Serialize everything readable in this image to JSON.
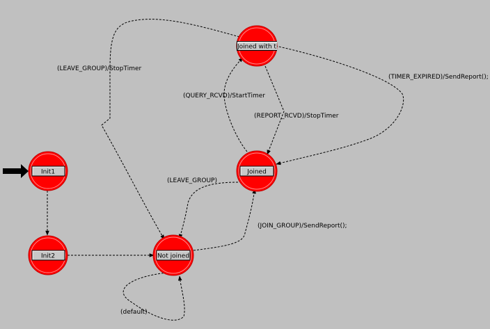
{
  "diagram": {
    "background": "#c0c0c0",
    "state_color": "#ff0000",
    "initial_state": "Init1",
    "states": [
      {
        "id": "init1",
        "label": "Init1"
      },
      {
        "id": "init2",
        "label": "Init2"
      },
      {
        "id": "not_joined",
        "label": "Not joined"
      },
      {
        "id": "joined",
        "label": "Joined"
      },
      {
        "id": "joined_with_timer",
        "label": "Joined with tim"
      }
    ],
    "transitions": [
      {
        "id": "t_init1_init2",
        "from": "Init1",
        "to": "Init2",
        "label": ""
      },
      {
        "id": "t_init2_notjoined",
        "from": "Init2",
        "to": "Not joined",
        "label": ""
      },
      {
        "id": "t_default",
        "from": "Not joined",
        "to": "Not joined",
        "label": "(default)"
      },
      {
        "id": "t_join_group",
        "from": "Not joined",
        "to": "Joined",
        "label": "(JOIN_GROUP)/SendReport();"
      },
      {
        "id": "t_leave_group",
        "from": "Joined",
        "to": "Not joined",
        "label": "(LEAVE_GROUP)"
      },
      {
        "id": "t_query_rcvd",
        "from": "Joined",
        "to": "Joined with tim",
        "label": "(QUERY_RCVD)/StartTimer"
      },
      {
        "id": "t_report_rcvd",
        "from": "Joined with tim",
        "to": "Joined",
        "label": "(REPORT_RCVD)/StopTimer"
      },
      {
        "id": "t_timer_expired",
        "from": "Joined with tim",
        "to": "Joined",
        "label": "(TIMER_EXPIRED)/SendReport();"
      },
      {
        "id": "t_leave_group_timer",
        "from": "Joined with tim",
        "to": "Not joined",
        "label": "(LEAVE_GROUP)/StopTimer"
      }
    ]
  }
}
